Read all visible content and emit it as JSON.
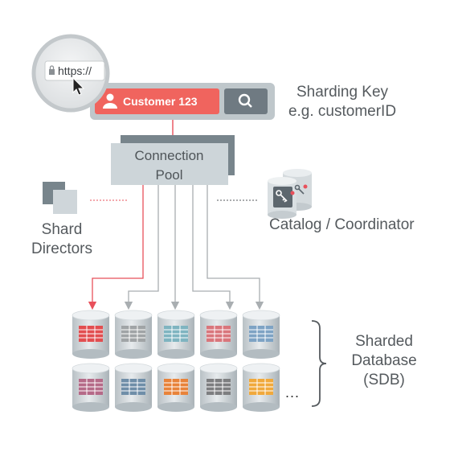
{
  "browser": {
    "url": "https://"
  },
  "search_bar": {
    "customer_label": "Customer 123"
  },
  "sharding_key": {
    "line1": "Sharding Key",
    "line2": "e.g. customerID"
  },
  "connection_pool": {
    "line1": "Connection",
    "line2": "Pool"
  },
  "shard_directors": {
    "line1": "Shard",
    "line2": "Directors"
  },
  "catalog": {
    "label": "Catalog / Coordinator"
  },
  "sdb": {
    "line1": "Sharded",
    "line2": "Database",
    "line3": "(SDB)"
  },
  "more": "...",
  "colors": {
    "accent_red": "#e8505b",
    "customer_bg": "#f0645e",
    "search_button": "#6f7a82",
    "pool_front": "#cdd5d9",
    "pool_back": "#78858c",
    "line_gray": "#a9aeb1",
    "shard_tables": [
      "#e24e50",
      "#a0a4a6",
      "#7fb4c0",
      "#d9767c",
      "#7ea3c4",
      "#b56a88",
      "#6f8ea8",
      "#e8833a",
      "#7d7e80",
      "#f0a93c"
    ]
  },
  "icons": [
    "lock-icon",
    "cursor-icon",
    "user-icon",
    "search-icon",
    "shard-director-icon",
    "catalog-db-icon",
    "key-icon",
    "database-icon"
  ]
}
